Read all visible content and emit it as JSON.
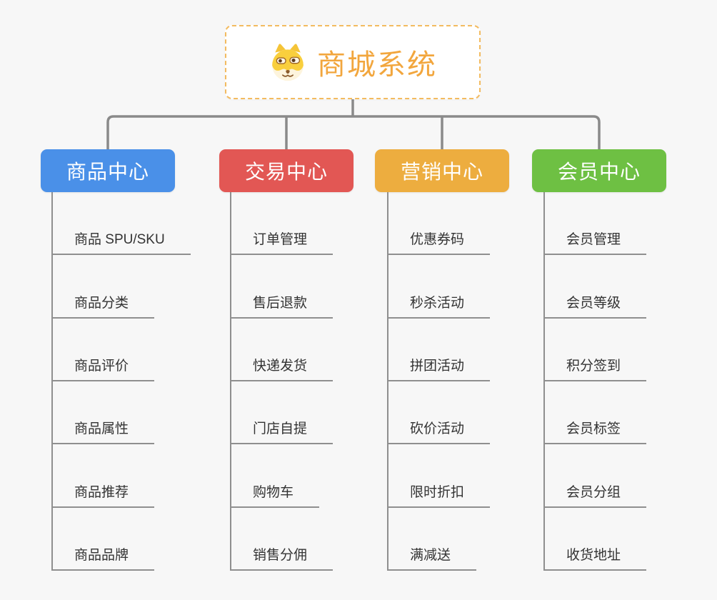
{
  "root": {
    "title": "商城系统",
    "icon": "dog-face-icon"
  },
  "colors": {
    "background": "#f7f7f7",
    "root_border": "#f3bb60",
    "root_text": "#f2a63d",
    "connector": "#8a8a8a",
    "item_text": "#333333",
    "item_line": "#8f8f8f"
  },
  "branches": [
    {
      "label": "商品中心",
      "color": "#4a90e8",
      "children": [
        "商品 SPU/SKU",
        "商品分类",
        "商品评价",
        "商品属性",
        "商品推荐",
        "商品品牌"
      ]
    },
    {
      "label": "交易中心",
      "color": "#e25754",
      "children": [
        "订单管理",
        "售后退款",
        "快递发货",
        "门店自提",
        "购物车",
        "销售分佣"
      ]
    },
    {
      "label": "营销中心",
      "color": "#edad3f",
      "children": [
        "优惠券码",
        "秒杀活动",
        "拼团活动",
        "砍价活动",
        "限时折扣",
        "满减送"
      ]
    },
    {
      "label": "会员中心",
      "color": "#6ec043",
      "children": [
        "会员管理",
        "会员等级",
        "积分签到",
        "会员标签",
        "会员分组",
        "收货地址"
      ]
    }
  ]
}
